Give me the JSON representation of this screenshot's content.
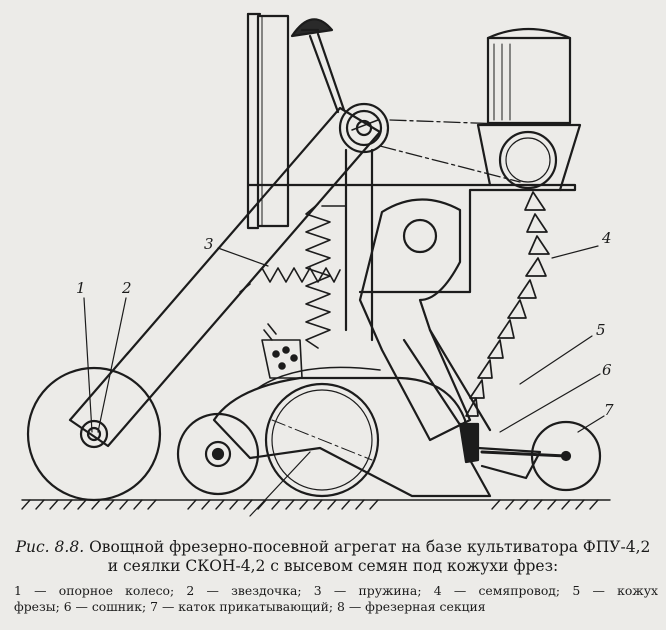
{
  "figure": {
    "caption_prefix": "Рис. 8.8.",
    "caption_line1": "Овощной фрезерно-посевной агрегат на базе культиватора ФПУ-4,2",
    "caption_line2": "и сеялки СКОН-4,2 с высевом семян под кожухи фрез:",
    "legend_line1": "1 — опорное колесо; 2 — звездочка; 3 — пружина; 4 — семяпровод; 5 — кожух",
    "legend_line2": "фрезы; 6 — сошник; 7 — каток прикатывающий; 8 — фрезерная секция"
  },
  "callouts": {
    "c1": "1",
    "c2": "2",
    "c3": "3",
    "c4": "4",
    "c5": "5",
    "c6": "6",
    "c7": "7"
  }
}
